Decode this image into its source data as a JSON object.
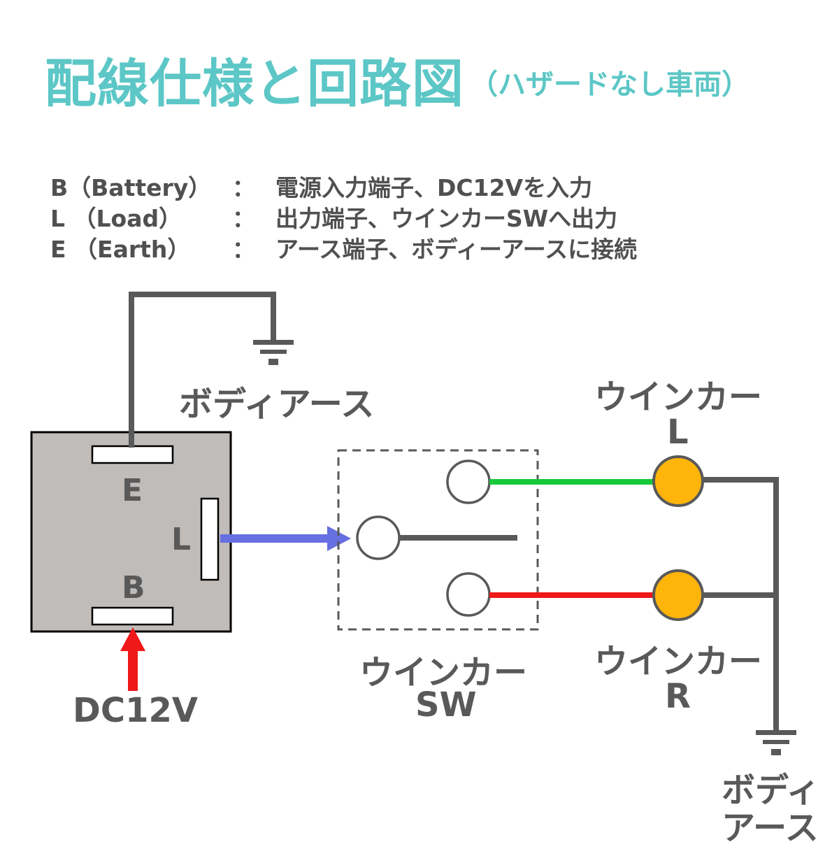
{
  "header": {
    "title": "配線仕様と回路図",
    "subtitle": "（ハザードなし車両）"
  },
  "legend": [
    {
      "key": "B（Battery）",
      "colon": "：",
      "desc": "電源入力端子、DC12Vを入力"
    },
    {
      "key": "L （Load）",
      "colon": "：",
      "desc": "出力端子、ウインカーSWへ出力"
    },
    {
      "key": "E （Earth）",
      "colon": "：",
      "desc": "アース端子、ボディーアースに接続"
    }
  ],
  "diagram": {
    "relay": {
      "terminal_e": "E",
      "terminal_l": "L",
      "terminal_b": "B"
    },
    "body_earth_top": "ボディアース",
    "dc_input": "DC12V",
    "switch": {
      "line1": "ウインカー",
      "line2": "SW"
    },
    "blinker_left": {
      "line1": "ウインカー",
      "line2": "L"
    },
    "blinker_right": {
      "line1": "ウインカー",
      "line2": "R"
    },
    "body_earth_bottom": {
      "line1": "ボディ",
      "line2": "アース"
    }
  },
  "colors": {
    "title": "#5cc7c6",
    "text": "#595959",
    "wire": "#595959",
    "relay_body": "#c0bcb9",
    "left_wire": "#17c83a",
    "right_wire": "#f01818",
    "output_arrow": "#6670e0",
    "input_arrow": "#f01818",
    "lamp": "#ffb40a"
  }
}
